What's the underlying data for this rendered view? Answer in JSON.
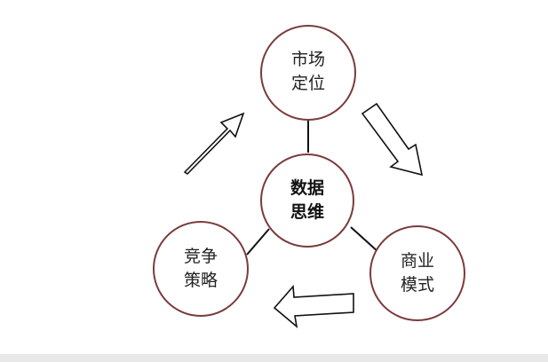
{
  "diagram": {
    "center": {
      "line1": "数据",
      "line2": "思维"
    },
    "nodes": [
      {
        "id": "market-positioning",
        "line1": "市场",
        "line2": "定位"
      },
      {
        "id": "business-model",
        "line1": "商业",
        "line2": "模式"
      },
      {
        "id": "competitive-strategy",
        "line1": "竞争",
        "line2": "策略"
      }
    ]
  },
  "colors": {
    "circle_stroke": "#7a3b3b",
    "line": "#111111",
    "text": "#222222"
  }
}
